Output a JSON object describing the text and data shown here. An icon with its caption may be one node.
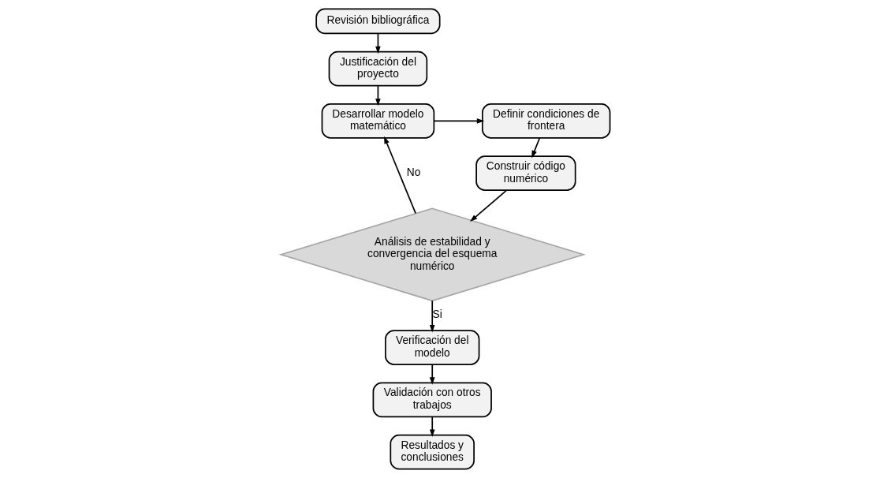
{
  "diagram": {
    "nodes": [
      {
        "text": [
          "Revisión bibliográfica"
        ]
      },
      {
        "text": [
          "Justificación del proyecto"
        ]
      },
      {
        "text": [
          "Desarrollar modelo matemático"
        ]
      },
      {
        "text": [
          "Definir condiciones de frontera"
        ]
      },
      {
        "text": [
          "Construir código numérico"
        ]
      },
      {
        "text": [
          "Análisis de estabilidad y convergencia del esquema numérico"
        ]
      },
      {
        "text": [
          "Verificación del modelo"
        ]
      },
      {
        "text": [
          "Validación con otros trabajos"
        ]
      },
      {
        "text": [
          "Resultados y conclusiones"
        ]
      }
    ],
    "edges": [
      {
        "from": 0,
        "to": 1,
        "arrow": "to"
      },
      {
        "from": 1,
        "to": 2,
        "arrow": "to"
      },
      {
        "from": 2,
        "to": 3,
        "arrow": "to"
      },
      {
        "from": 3,
        "to": 4,
        "arrow": "to"
      },
      {
        "from": 4,
        "to": 5,
        "arrow": "to"
      },
      {
        "from": 5,
        "to": 2,
        "label": "No",
        "arrow": "to"
      },
      {
        "from": 5,
        "to": 6,
        "label": "Si",
        "arrow": "to"
      },
      {
        "from": 6,
        "to": 7,
        "arrow": "to"
      },
      {
        "from": 7,
        "to": 8,
        "arrow": "to"
      }
    ]
  }
}
